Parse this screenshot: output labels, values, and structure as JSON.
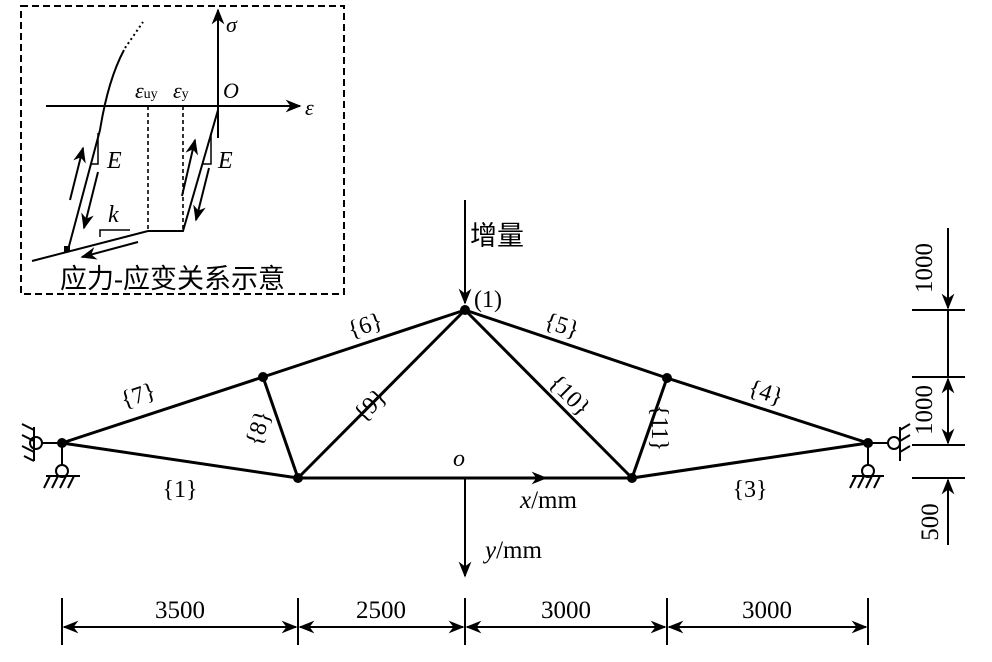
{
  "inset": {
    "sigma": "σ",
    "epsilon": "ε",
    "origin": "O",
    "eps_uy": "ε",
    "eps_uy_sub": "uy",
    "eps_y": "ε",
    "eps_y_sub": "y",
    "E_left": "E",
    "E_right": "E",
    "k": "k",
    "caption": "应力-应变关系示意"
  },
  "load": {
    "label": "增量",
    "node": "(1)"
  },
  "axes": {
    "origin": "o",
    "x_var": "x",
    "x_unit": "/mm",
    "y_var": "y",
    "y_unit": "/mm"
  },
  "members": {
    "m1": "{1}",
    "m3": "{3}",
    "m4": "{4}",
    "m5": "{5}",
    "m6": "{6}",
    "m7": "{7}",
    "m8": "{8}",
    "m9": "{9}",
    "m10": "{10}",
    "m11": "{11}"
  },
  "dimensions": {
    "horizontal": [
      "3500",
      "2500",
      "3000",
      "3000"
    ],
    "vertical": [
      "1000",
      "1000",
      "500"
    ]
  }
}
